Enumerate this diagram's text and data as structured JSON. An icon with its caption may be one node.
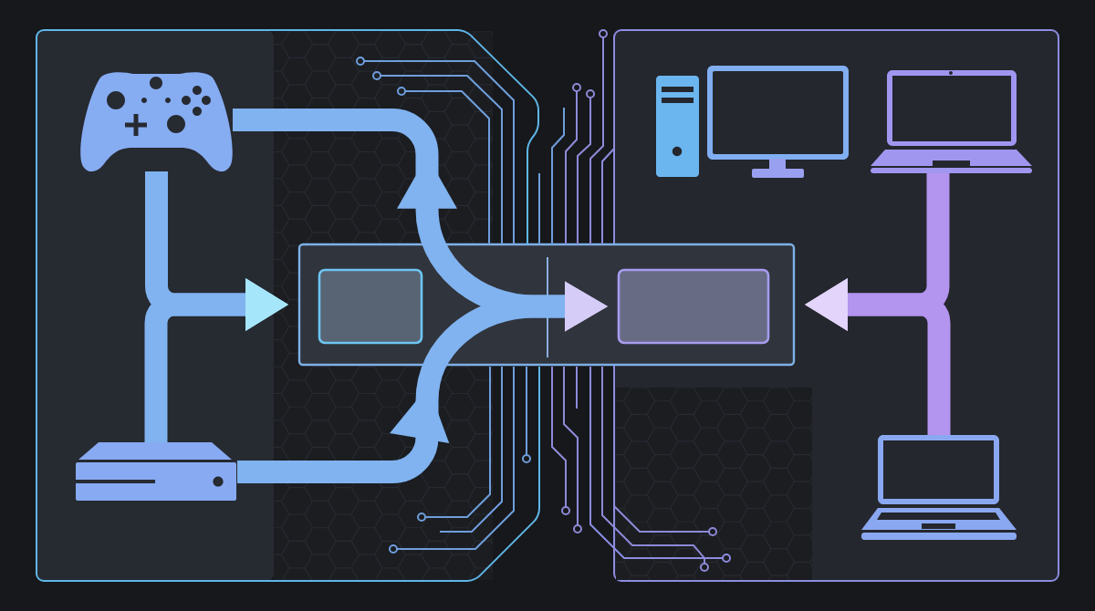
{
  "diagram": {
    "nodes": [
      {
        "text": [],
        "shape": "box"
      },
      {
        "text": [],
        "shape": "picture",
        "in": 0
      },
      {
        "text": [],
        "shape": "picture",
        "in": 0
      },
      {
        "text": [],
        "shape": "box"
      },
      {
        "text": [],
        "shape": "box",
        "in": 3
      },
      {
        "text": [],
        "shape": "box"
      },
      {
        "text": [],
        "shape": "box"
      },
      {
        "text": [],
        "shape": "picture",
        "in": 6
      },
      {
        "text": [],
        "shape": "picture",
        "in": 6
      },
      {
        "text": [],
        "shape": "picture",
        "in": 6
      },
      {
        "text": [],
        "shape": "picture",
        "in": 6
      }
    ],
    "edges": [
      {
        "from": 1,
        "to": 3,
        "arrow": "to"
      },
      {
        "from": 2,
        "to": 3,
        "arrow": "to"
      },
      {
        "from": 1,
        "to": 5,
        "arrow": "to"
      },
      {
        "from": 2,
        "to": 5,
        "arrow": "to"
      },
      {
        "from": 9,
        "to": 3,
        "arrow": "to",
        "color": "#b394ef"
      },
      {
        "from": 10,
        "to": 3,
        "arrow": "to",
        "color": "#b394ef"
      }
    ]
  }
}
